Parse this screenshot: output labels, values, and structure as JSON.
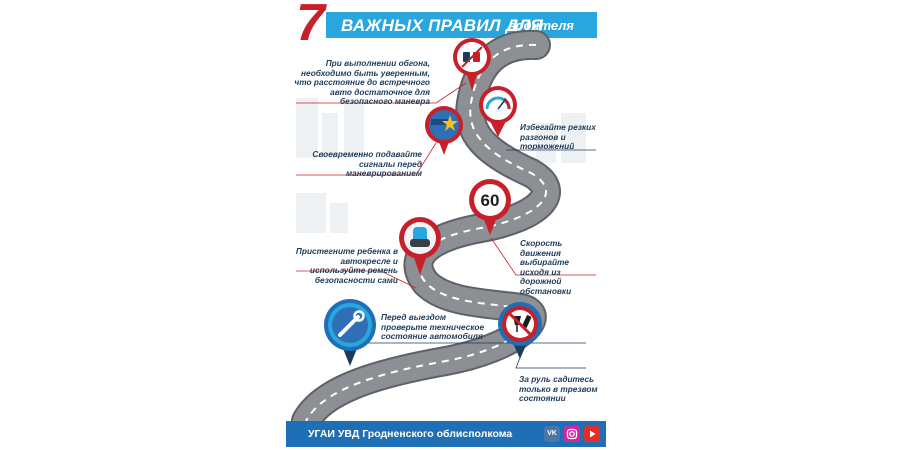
{
  "title": {
    "number": "7",
    "main": "ВАЖНЫХ ПРАВИЛ ДЛЯ",
    "sub": "водителя"
  },
  "rules": [
    {
      "text": "При выполнении обгона, необходимо быть уверенным, что расстояние до встречного авто достаточное для безопасного маневра",
      "icon": "overtaking-sign-icon"
    },
    {
      "text": "Избегайте резких разгонов и торможений",
      "icon": "speedometer-icon"
    },
    {
      "text": "Своевременно подавайте сигналы перед маневрированием",
      "icon": "turn-signal-icon"
    },
    {
      "text": "Скорость движения выбирайте исходя из дорожной обстановки",
      "icon": "speed-limit-sign-icon",
      "sign_value": "60"
    },
    {
      "text": "Пристегните ребенка в автокресле и используйте ремень безопасности сами",
      "icon": "child-seat-icon"
    },
    {
      "text": "Перед выездом проверьте техническое состояние автомобиля",
      "icon": "wrench-icon"
    },
    {
      "text": "За руль садитесь только в трезвом состоянии",
      "icon": "no-alcohol-icon"
    }
  ],
  "footer": {
    "text": "УГАИ УВД Гродненского облисполкома",
    "social": [
      "vk-icon",
      "instagram-icon",
      "youtube-icon"
    ],
    "vk_label": "VK"
  },
  "colors": {
    "title_bar": "#2aa6df",
    "accent_red": "#c8202a",
    "road": "#8c8f94",
    "footer": "#1e6fb5",
    "text": "#1d3b5a"
  }
}
